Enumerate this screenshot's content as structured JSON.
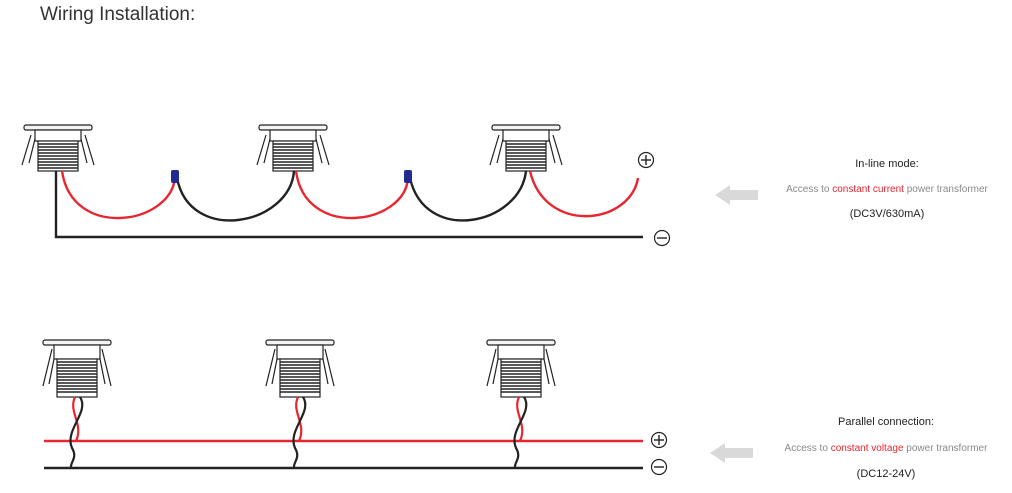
{
  "title": "Wiring Installation:",
  "terminals": {
    "positive": "+",
    "negative": "−"
  },
  "inline_mode": {
    "title": "In-line mode:",
    "desc_prefix": "Access to ",
    "desc_highlight": "constant current",
    "desc_suffix": " power transformer",
    "spec": "(DC3V/630mA)"
  },
  "parallel_mode": {
    "title": "Parallel connection:",
    "desc_prefix": "Access to ",
    "desc_highlight": "constant voltage",
    "desc_suffix": " power transformer",
    "spec": "(DC12-24V)"
  },
  "colors": {
    "red_wire": "#e8262f",
    "black_wire": "#222222",
    "connector": "#1f2b8f",
    "arrow": "#d9d9d9",
    "highlight": "#e8262f",
    "desc_text": "#8a8a8a"
  },
  "icons": [
    "downlight-icon",
    "plus-terminal-icon",
    "minus-terminal-icon",
    "left-arrow-icon",
    "wire-connector-icon"
  ]
}
